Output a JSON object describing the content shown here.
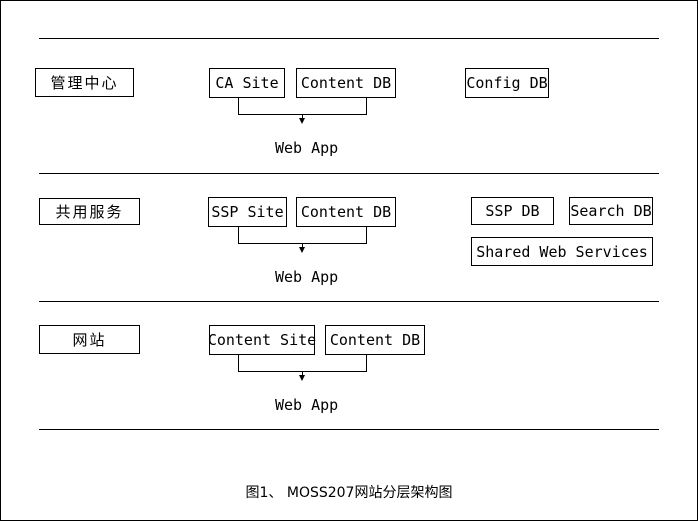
{
  "layers": [
    {
      "label": "管理中心",
      "site": "CA Site",
      "content_db": "Content DB",
      "extras": [
        "Config DB"
      ],
      "web_app": "Web App"
    },
    {
      "label": "共用服务",
      "site": "SSP Site",
      "content_db": "Content DB",
      "extras": [
        "SSP DB",
        "Search DB",
        "Shared Web Services"
      ],
      "web_app": "Web App"
    },
    {
      "label": "网站",
      "site": "Content Site",
      "content_db": "Content DB",
      "extras": [],
      "web_app": "Web App"
    }
  ],
  "caption": "图1、 MOSS207网站分层架构图"
}
